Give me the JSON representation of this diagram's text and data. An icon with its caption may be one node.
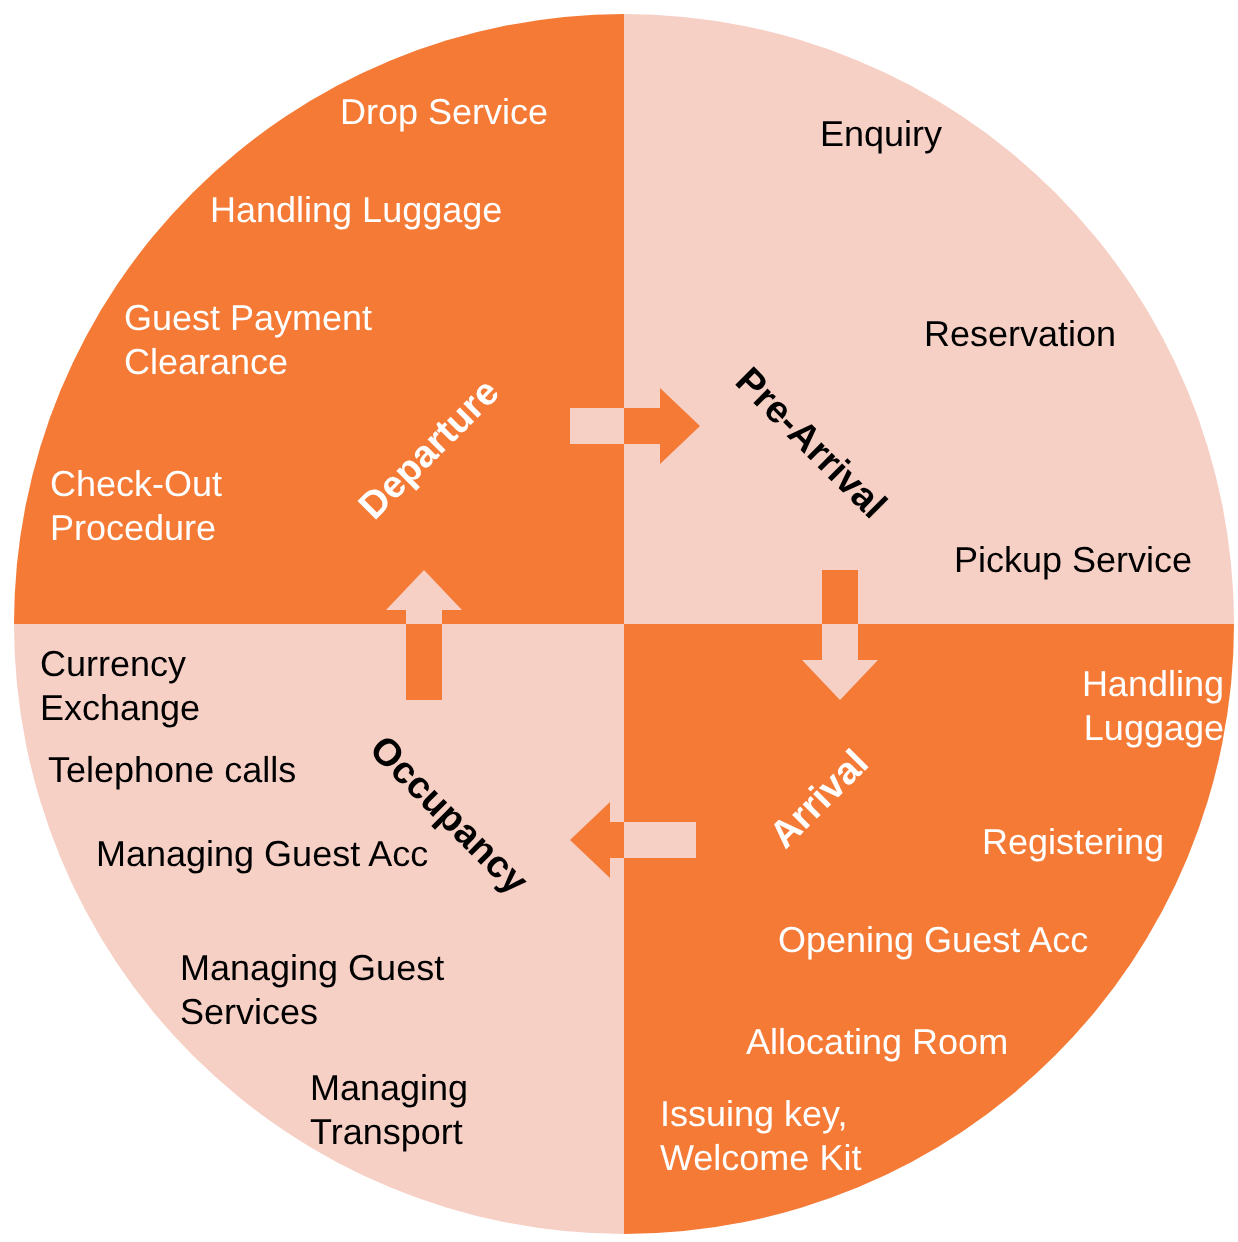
{
  "diagram": {
    "nodes": [
      {
        "text": [
          "Departure",
          "Drop Service",
          "Handling Luggage",
          "Guest Payment Clearance",
          "Check-Out Procedure"
        ]
      },
      {
        "text": [
          "Pre-Arrival",
          "Enquiry",
          "Reservation",
          "Pickup Service"
        ]
      },
      {
        "text": [
          "Arrival",
          "Handling Luggage",
          "Registering",
          "Opening Guest Acc",
          "Allocating Room",
          "Issuing key, Welcome Kit"
        ]
      },
      {
        "text": [
          "Occupancy",
          "Currency Exchange",
          "Telephone calls",
          "Managing Guest Acc",
          "Managing Guest Services",
          "Managing Transport"
        ]
      }
    ],
    "edges": [
      {
        "from": 0,
        "to": 1,
        "arrow": "to",
        "style": "thick"
      },
      {
        "from": 1,
        "to": 2,
        "arrow": "to",
        "style": "thick"
      },
      {
        "from": 2,
        "to": 3,
        "arrow": "to",
        "style": "thick"
      },
      {
        "from": 3,
        "to": 0,
        "arrow": "to",
        "style": "thick"
      }
    ]
  }
}
